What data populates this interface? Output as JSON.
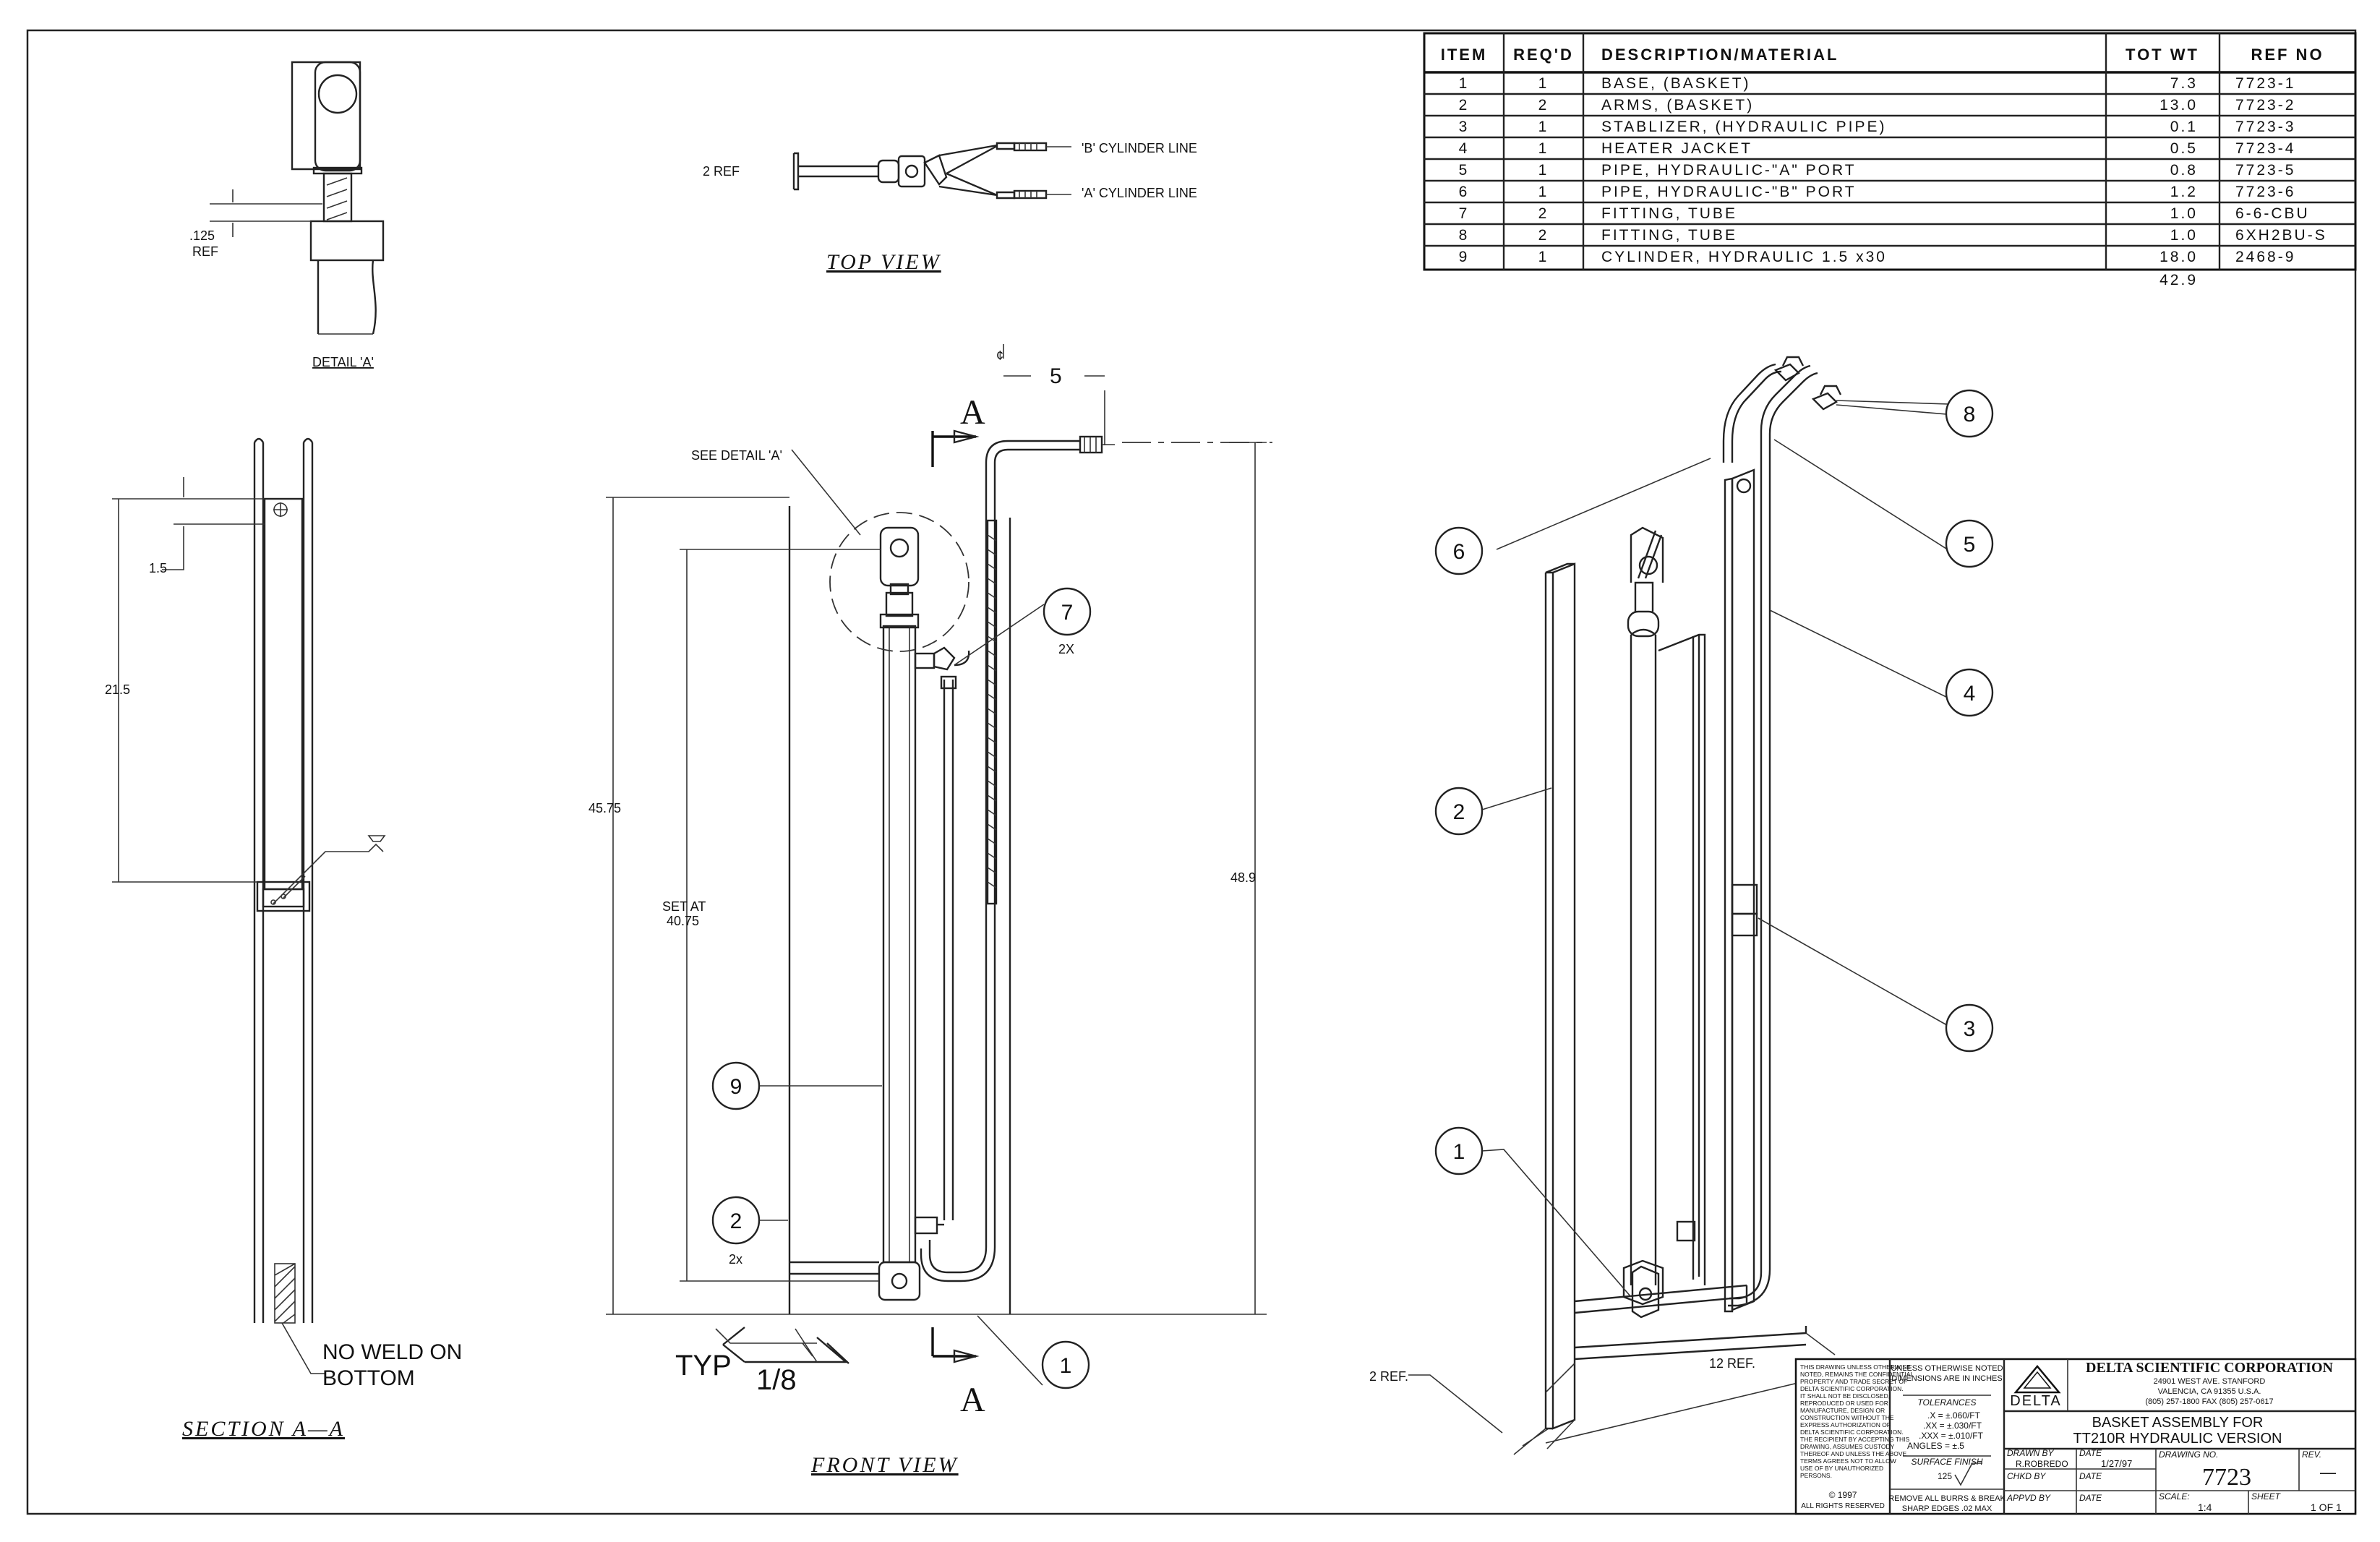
{
  "bom": {
    "headers": {
      "item": "ITEM",
      "reqd": "REQ'D",
      "desc": "DESCRIPTION/MATERIAL",
      "wt": "TOT WT",
      "ref": "REF NO"
    },
    "rows": [
      {
        "item": "1",
        "reqd": "1",
        "desc": "BASE, (BASKET)",
        "wt": "7.3",
        "ref": "7723-1"
      },
      {
        "item": "2",
        "reqd": "2",
        "desc": "ARMS, (BASKET)",
        "wt": "13.0",
        "ref": "7723-2"
      },
      {
        "item": "3",
        "reqd": "1",
        "desc": "STABLIZER, (HYDRAULIC PIPE)",
        "wt": "0.1",
        "ref": "7723-3"
      },
      {
        "item": "4",
        "reqd": "1",
        "desc": "HEATER JACKET",
        "wt": "0.5",
        "ref": "7723-4"
      },
      {
        "item": "5",
        "reqd": "1",
        "desc": "PIPE, HYDRAULIC-\"A\" PORT",
        "wt": "0.8",
        "ref": "7723-5"
      },
      {
        "item": "6",
        "reqd": "1",
        "desc": "PIPE, HYDRAULIC-\"B\" PORT",
        "wt": "1.2",
        "ref": "7723-6"
      },
      {
        "item": "7",
        "reqd": "2",
        "desc": "FITTING, TUBE",
        "wt": "1.0",
        "ref": "6-6-CBU"
      },
      {
        "item": "8",
        "reqd": "2",
        "desc": "FITTING, TUBE",
        "wt": "1.0",
        "ref": "6XH2BU-S"
      },
      {
        "item": "9",
        "reqd": "1",
        "desc": "CYLINDER, HYDRAULIC 1.5 x30",
        "wt": "18.0",
        "ref": "2468-9"
      }
    ],
    "total": "42.9"
  },
  "views": {
    "detail_a": {
      "title": "DETAIL 'A'",
      "dim": ".125",
      "ref": "REF"
    },
    "top": {
      "title": "TOP VIEW",
      "ref": "2 REF",
      "b_line": "'B' CYLINDER LINE",
      "a_line": "'A' CYLINDER LINE"
    },
    "section": {
      "title": "SECTION A—A",
      "dim_15": "1.5",
      "dim_215": "21.5",
      "note1": "NO WELD ON",
      "note2": "BOTTOM"
    },
    "front": {
      "title": "FRONT VIEW",
      "see_detail": "SEE DETAIL 'A'",
      "dim_5": "5",
      "dim_4575": "45.75",
      "set_at": "SET AT",
      "set_val": "40.75",
      "dim_489": "48.9",
      "cut": "A",
      "cl": "¢",
      "typ": "TYP",
      "weld": "1/8",
      "x2a": "2X",
      "x2b": "2x"
    },
    "iso": {
      "ref2": "2 REF.",
      "ref12": "12 REF."
    }
  },
  "balloons": {
    "b1": "1",
    "b2": "2",
    "b3": "3",
    "b4": "4",
    "b5": "5",
    "b6": "6",
    "b7": "7",
    "b8": "8",
    "b9": "9"
  },
  "titleblock": {
    "company": "DELTA SCIENTIFIC CORPORATION",
    "addr1": "24901 WEST AVE. STANFORD",
    "addr2": "VALENCIA, CA 91355 U.S.A.",
    "addr3": "(805) 257-1800 FAX (805) 257-0617",
    "logo_text": "DELTA",
    "title1": "BASKET ASSEMBLY FOR",
    "title2": "TT210R HYDRAULIC VERSION",
    "drawn_by_label": "DRAWN BY",
    "drawn_by": "R.ROBREDO",
    "date_label": "DATE",
    "date": "1/27/97",
    "chkd_label": "CHKD BY",
    "appvd_label": "APPVD BY",
    "dwg_label": "DRAWING NO.",
    "dwg_no": "7723",
    "rev_label": "REV.",
    "rev": "—",
    "scale_label": "SCALE:",
    "scale": "1:4",
    "sheet_label": "SHEET",
    "sheet": "1 OF 1",
    "tol_hdr1": "UNLESS OTHERWISE NOTED",
    "tol_hdr2": "DIMENSIONS ARE IN INCHES",
    "tol_title": "TOLERANCES",
    "tol1": ".X  = ±.060/FT",
    "tol2": ".XX = ±.030/FT",
    "tol3": ".XXX = ±.010/FT",
    "tol4": "ANGLES = ±.5",
    "surf_title": "SURFACE FINISH",
    "surf_val": "125",
    "burr1": "REMOVE ALL BURRS & BREAK",
    "burr2": "SHARP EDGES .02 MAX",
    "conf1": "THIS DRAWING UNLESS OTHERWISE",
    "conf2": "NOTED, REMAINS THE CONFIDENTIAL",
    "conf3": "PROPERTY AND TRADE SECRET OF",
    "conf4": "DELTA SCIENTIFIC CORPORATION.",
    "conf5": "IT SHALL NOT BE DISCLOSED,",
    "conf6": "REPRODUCED OR USED FOR",
    "conf7": "MANUFACTURE, DESIGN OR",
    "conf8": "CONSTRUCTION WITHOUT THE",
    "conf9": "EXPRESS AUTHORIZATION OF",
    "conf10": "DELTA SCIENTIFIC CORPORATION.",
    "conf11": "THE RECIPIENT BY ACCEPTING THIS",
    "conf12": "DRAWING, ASSUMES CUSTODY",
    "conf13": "THEREOF AND UNLESS THE ABOVE",
    "conf14": "TERMS AGREES NOT TO ALLOW",
    "conf15": "USE OF BY UNAUTHORIZED",
    "conf16": "PERSONS.",
    "copy": "© 1997",
    "rights": "ALL RIGHTS RESERVED"
  }
}
